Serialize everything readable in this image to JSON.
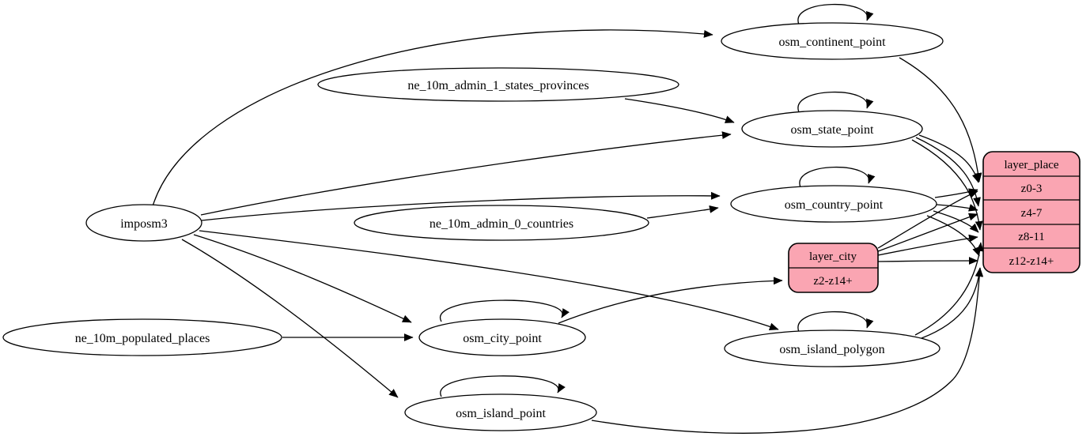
{
  "graph": {
    "kind": "etl-dependency-graph",
    "colors": {
      "background": "#ffffff",
      "node_fill": "#ffffff",
      "record_fill": "#faa5b2",
      "stroke": "#000000"
    },
    "ellipses": [
      {
        "id": "imposm3",
        "label": "imposm3"
      },
      {
        "id": "ne_10m_admin_1_states_provinces",
        "label": "ne_10m_admin_1_states_provinces"
      },
      {
        "id": "ne_10m_admin_0_countries",
        "label": "ne_10m_admin_0_countries"
      },
      {
        "id": "ne_10m_populated_places",
        "label": "ne_10m_populated_places"
      },
      {
        "id": "osm_continent_point",
        "label": "osm_continent_point"
      },
      {
        "id": "osm_state_point",
        "label": "osm_state_point"
      },
      {
        "id": "osm_country_point",
        "label": "osm_country_point"
      },
      {
        "id": "osm_city_point",
        "label": "osm_city_point"
      },
      {
        "id": "osm_island_polygon",
        "label": "osm_island_polygon"
      },
      {
        "id": "osm_island_point",
        "label": "osm_island_point"
      }
    ],
    "records": [
      {
        "id": "layer_place",
        "title": "layer_place",
        "rows": [
          "z0-3",
          "z4-7",
          "z8-11",
          "z12-z14+"
        ]
      },
      {
        "id": "layer_city",
        "title": "layer_city",
        "rows": [
          "z2-z14+"
        ]
      }
    ],
    "edges": [
      {
        "from": "imposm3",
        "to": "osm_continent_point"
      },
      {
        "from": "imposm3",
        "to": "osm_state_point"
      },
      {
        "from": "imposm3",
        "to": "osm_country_point"
      },
      {
        "from": "imposm3",
        "to": "osm_city_point"
      },
      {
        "from": "imposm3",
        "to": "osm_island_polygon"
      },
      {
        "from": "imposm3",
        "to": "osm_island_point"
      },
      {
        "from": "ne_10m_admin_1_states_provinces",
        "to": "osm_state_point"
      },
      {
        "from": "ne_10m_admin_0_countries",
        "to": "osm_country_point"
      },
      {
        "from": "ne_10m_populated_places",
        "to": "osm_city_point"
      },
      {
        "from": "osm_continent_point",
        "to": "osm_continent_point"
      },
      {
        "from": "osm_state_point",
        "to": "osm_state_point"
      },
      {
        "from": "osm_country_point",
        "to": "osm_country_point"
      },
      {
        "from": "osm_city_point",
        "to": "osm_city_point"
      },
      {
        "from": "osm_island_polygon",
        "to": "osm_island_polygon"
      },
      {
        "from": "osm_island_point",
        "to": "osm_island_point"
      },
      {
        "from": "osm_continent_point",
        "to": "layer_place:z0-3"
      },
      {
        "from": "osm_state_point",
        "to": "layer_place:z0-3"
      },
      {
        "from": "osm_state_point",
        "to": "layer_place:z4-7"
      },
      {
        "from": "osm_state_point",
        "to": "layer_place:z8-11"
      },
      {
        "from": "osm_country_point",
        "to": "layer_place:z0-3"
      },
      {
        "from": "osm_country_point",
        "to": "layer_place:z4-7"
      },
      {
        "from": "osm_country_point",
        "to": "layer_place:z8-11"
      },
      {
        "from": "osm_country_point",
        "to": "layer_place:z12-z14+"
      },
      {
        "from": "osm_city_point",
        "to": "layer_city:z2-z14+"
      },
      {
        "from": "layer_city",
        "to": "layer_place:z0-3"
      },
      {
        "from": "layer_city",
        "to": "layer_place:z4-7"
      },
      {
        "from": "layer_city",
        "to": "layer_place:z8-11"
      },
      {
        "from": "layer_city",
        "to": "layer_place:z12-z14+"
      },
      {
        "from": "osm_island_polygon",
        "to": "layer_place:z8-11"
      },
      {
        "from": "osm_island_polygon",
        "to": "layer_place:z12-z14+"
      },
      {
        "from": "osm_island_point",
        "to": "layer_place:z12-z14+"
      }
    ]
  }
}
